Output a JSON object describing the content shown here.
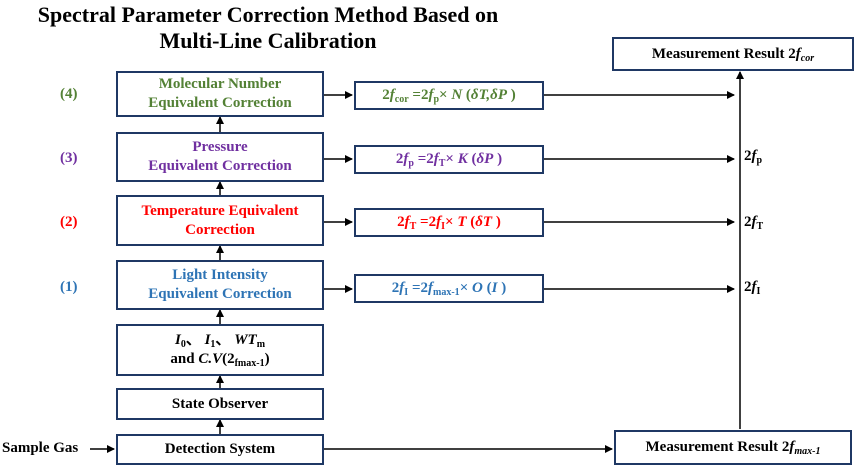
{
  "title": {
    "line1": "Spectral Parameter Correction Method Based on",
    "line2": "Multi-Line Calibration"
  },
  "steps": {
    "s4": {
      "num": "(4)",
      "line1": "Molecular Number",
      "line2": "Equivalent Correction"
    },
    "s3": {
      "num": "(3)",
      "line1": "Pressure",
      "line2": "Equivalent  Correction"
    },
    "s2": {
      "num": "(2)",
      "line1": "Temperature Equivalent",
      "line2": "Correction"
    },
    "s1": {
      "num": "(1)",
      "line1": "Light Intensity",
      "line2": "Equivalent Correction"
    }
  },
  "params": {
    "i0": "I",
    "i0_sub": "0",
    "sep1": "、 ",
    "i1": "I",
    "i1_sub": "1",
    "sep2": "、 ",
    "wt": "WT",
    "wt_sub": "m",
    "and": "and ",
    "cv": "C.V",
    "cv_open": "(2",
    "cv_sub": "fmax-1",
    "cv_close": ")"
  },
  "state_observer": "State Observer",
  "detection_system": "Detection System",
  "sample_gas": "Sample Gas",
  "result_top": {
    "text": "Measurement Result 2",
    "f": "f",
    "sub": "cor"
  },
  "result_bottom": {
    "text": "Measurement Result 2",
    "f": "f",
    "sub": "max-1"
  },
  "equations": {
    "e4": {
      "a": "2",
      "f1": "f",
      "s1": "cor",
      "b": " =2",
      "f2": "f",
      "s2": "p",
      "c": "× ",
      "op": "N",
      "d": " (",
      "arg": "δT,δP",
      "e": " )"
    },
    "e3": {
      "a": "2",
      "f1": "f",
      "s1": "p",
      "b": " =2",
      "f2": "f",
      "s2": "T",
      "c": "× ",
      "op": "K",
      "d": " (",
      "arg": "δP",
      "e": " )"
    },
    "e2": {
      "a": "2",
      "f1": "f",
      "s1": "T",
      "b": " =2",
      "f2": "f",
      "s2": "I",
      "c": "× ",
      "op": "T",
      "d": " (",
      "arg": "δT",
      "e": " )"
    },
    "e1": {
      "a": "2",
      "f1": "f",
      "s1": "I",
      "b": " =2",
      "f2": "f",
      "s2": "max-1",
      "c": "× ",
      "op": "O",
      "d": " (",
      "arg": "I",
      "e": " )"
    }
  },
  "side_labels": {
    "fp": {
      "a": "2",
      "f": "f",
      "sub": "p"
    },
    "fT": {
      "a": "2",
      "f": "f",
      "sub": "T"
    },
    "fI": {
      "a": "2",
      "f": "f",
      "sub": "I"
    }
  },
  "colors": {
    "green": "#538135",
    "purple": "#7030a0",
    "red": "#ff0000",
    "blue": "#2e74b5",
    "box_border": "#1f3864"
  }
}
